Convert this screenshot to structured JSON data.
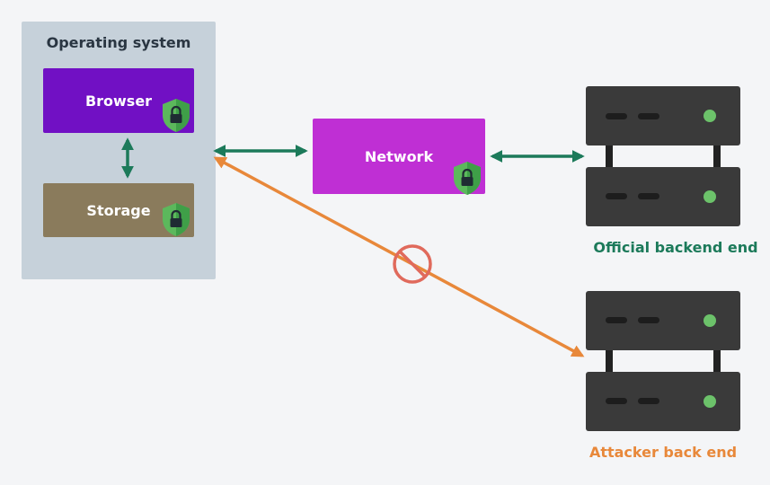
{
  "os_panel": {
    "title": "Operating system"
  },
  "nodes": {
    "browser": {
      "label": "Browser",
      "color": "#7110c4"
    },
    "storage": {
      "label": "Storage",
      "color": "#8a7b5c"
    },
    "network": {
      "label": "Network",
      "color": "#bf2fd4"
    }
  },
  "servers": {
    "official": {
      "caption": "Official backend end",
      "caption_color": "#1c7a5a"
    },
    "attacker": {
      "caption": "Attacker back end",
      "caption_color": "#e8883a"
    }
  },
  "colors": {
    "legit_arrow": "#1c7a5a",
    "attack_arrow": "#e8883a",
    "blocked_symbol": "#e06a5c",
    "server_body": "#3a3a3a",
    "server_led": "#6cc26a",
    "shield": "#5cb85c"
  },
  "icons": [
    "shield-lock-icon",
    "server-icon",
    "blocked-icon"
  ]
}
